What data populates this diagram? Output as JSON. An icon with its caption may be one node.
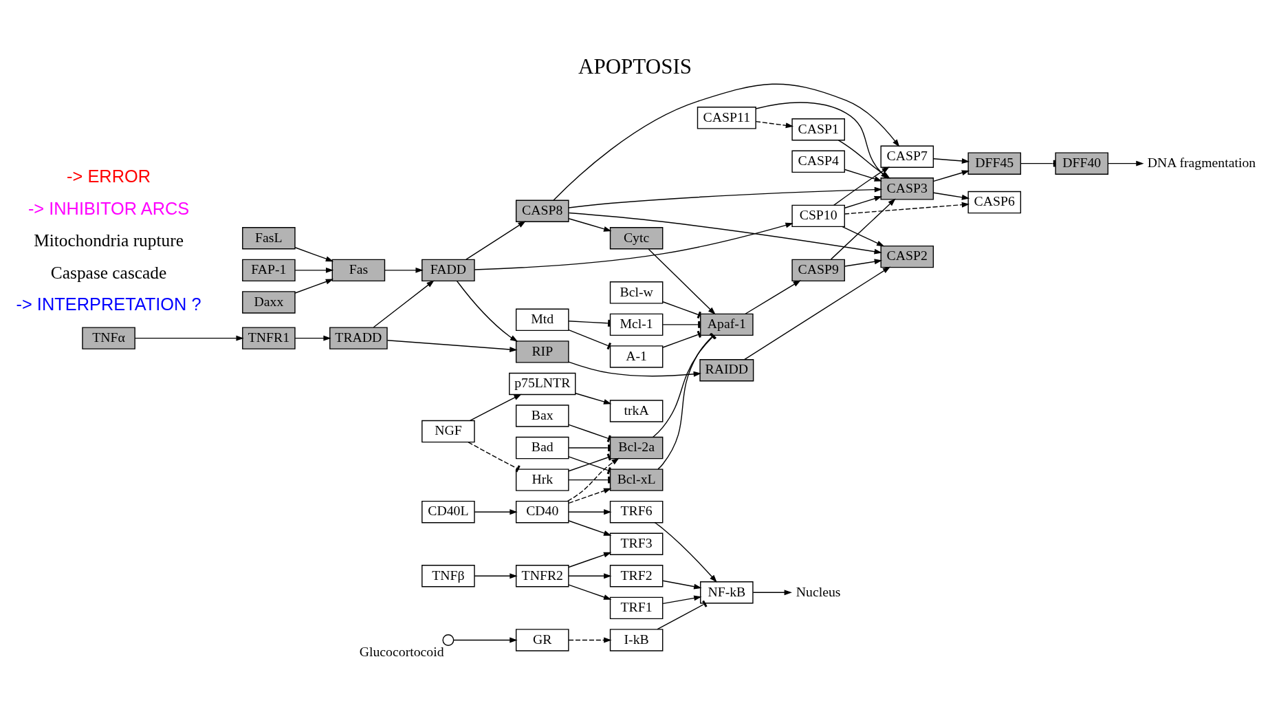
{
  "diagram": {
    "title": "APOPTOSIS",
    "nodes": [
      {
        "text": [
          "FAP-1"
        ]
      },
      {
        "text": [
          "Daxx"
        ]
      },
      {
        "text": [
          "FasL"
        ]
      },
      {
        "text": [
          "Fas"
        ]
      },
      {
        "text": [
          "FADD"
        ]
      },
      {
        "text": [
          "TNFα"
        ]
      },
      {
        "text": [
          "TNFR1"
        ]
      },
      {
        "text": [
          "TRADD"
        ]
      },
      {
        "text": [
          "RIP"
        ]
      },
      {
        "text": [
          "RAIDD"
        ]
      },
      {
        "text": [
          "TNFβ"
        ]
      },
      {
        "text": [
          "TNFR2"
        ]
      },
      {
        "text": [
          "TRF2"
        ]
      },
      {
        "text": [
          "TRF1"
        ]
      },
      {
        "text": [
          "TRF3"
        ]
      },
      {
        "text": [
          "NF-kB"
        ]
      },
      {
        "text": [
          "Nucleus"
        ]
      },
      {
        "text": [
          "CD40L"
        ]
      },
      {
        "text": [
          "CD40"
        ]
      },
      {
        "text": [
          "TRF6"
        ]
      },
      {
        "text": [],
        "shape": "circle",
        "beside": [
          "Glucocortocoid"
        ]
      },
      {
        "text": [
          "GR"
        ]
      },
      {
        "text": [
          "I-kB"
        ]
      },
      {
        "text": [
          "NGF"
        ]
      },
      {
        "text": [
          "p75LNTR"
        ]
      },
      {
        "text": [
          "trkA"
        ]
      },
      {
        "text": [
          "CASP4"
        ]
      },
      {
        "text": [
          "CASP11"
        ]
      },
      {
        "text": [
          "CASP1"
        ]
      },
      {
        "text": [
          "CSP10"
        ]
      },
      {
        "text": [
          "CASP6"
        ]
      },
      {
        "text": [
          "CASP8"
        ]
      },
      {
        "text": [
          "CASP3"
        ]
      },
      {
        "text": [
          "DFF45"
        ]
      },
      {
        "text": [
          "CASP7"
        ]
      },
      {
        "text": [
          "CASP2"
        ]
      },
      {
        "text": [
          "Cytc"
        ]
      },
      {
        "text": [
          "CASP9"
        ]
      },
      {
        "text": [
          "DFF40"
        ]
      },
      {
        "text": [
          "Apaf-1"
        ]
      },
      {
        "text": [
          "DNA fragmentation"
        ]
      },
      {
        "text": [
          "Bcl-w"
        ]
      },
      {
        "text": [
          "Mcl-1"
        ]
      },
      {
        "text": [
          "A-1"
        ]
      },
      {
        "text": [
          "Mtd"
        ]
      },
      {
        "text": [
          "Bcl-xL"
        ]
      },
      {
        "text": [
          "Bcl-2a"
        ]
      },
      {
        "text": [
          "Hrk"
        ]
      },
      {
        "text": [
          "Bad"
        ]
      },
      {
        "text": [
          "Bax"
        ]
      }
    ],
    "edges": [
      {
        "from": 2,
        "to": 3,
        "arrow": "to"
      },
      {
        "from": 0,
        "to": 3,
        "arrow": "to"
      },
      {
        "from": 1,
        "to": 3,
        "arrow": "to"
      },
      {
        "from": 3,
        "to": 4,
        "arrow": "to"
      },
      {
        "from": 4,
        "to": 29,
        "arrow": "to"
      },
      {
        "from": 4,
        "to": 31,
        "arrow": "to"
      },
      {
        "from": 4,
        "to": 8,
        "arrow": "to"
      },
      {
        "from": 5,
        "to": 6,
        "arrow": "to"
      },
      {
        "from": 6,
        "to": 7,
        "arrow": "to"
      },
      {
        "from": 7,
        "to": 4,
        "arrow": "to"
      },
      {
        "from": 7,
        "to": 8,
        "arrow": "to"
      },
      {
        "from": 8,
        "to": 9,
        "arrow": "to"
      },
      {
        "from": 9,
        "to": 35,
        "arrow": "to"
      },
      {
        "from": 10,
        "to": 11,
        "arrow": "to"
      },
      {
        "from": 11,
        "to": 12,
        "arrow": "to"
      },
      {
        "from": 11,
        "to": 13,
        "arrow": "to"
      },
      {
        "from": 11,
        "to": 14,
        "arrow": "to"
      },
      {
        "from": 12,
        "to": 15,
        "arrow": "to"
      },
      {
        "from": 13,
        "to": 15,
        "arrow": "to"
      },
      {
        "from": 19,
        "to": 15,
        "arrow": "to"
      },
      {
        "from": 15,
        "to": 16,
        "arrow": "to"
      },
      {
        "from": 22,
        "to": 15,
        "arrow": "other"
      },
      {
        "from": 17,
        "to": 18,
        "arrow": "to"
      },
      {
        "from": 18,
        "to": 14,
        "arrow": "to"
      },
      {
        "from": 18,
        "to": 19,
        "arrow": "to"
      },
      {
        "from": 18,
        "to": 46,
        "arrow": "to",
        "style": "dashed"
      },
      {
        "from": 18,
        "to": 45,
        "arrow": "to",
        "style": "dashed"
      },
      {
        "from": 20,
        "to": 21,
        "arrow": "to"
      },
      {
        "from": 21,
        "to": 22,
        "arrow": "to",
        "style": "dashed"
      },
      {
        "from": 23,
        "to": 24,
        "arrow": "to"
      },
      {
        "from": 24,
        "to": 25,
        "arrow": "to"
      },
      {
        "from": 23,
        "to": 47,
        "arrow": "other",
        "style": "dashed"
      },
      {
        "from": 27,
        "to": 28,
        "arrow": "to",
        "style": "dashed"
      },
      {
        "from": 26,
        "to": 32,
        "arrow": "to"
      },
      {
        "from": 27,
        "to": 32,
        "arrow": "to"
      },
      {
        "from": 28,
        "to": 32,
        "arrow": "to"
      },
      {
        "from": 29,
        "to": 30,
        "arrow": "to",
        "style": "dashed"
      },
      {
        "from": 29,
        "to": 32,
        "arrow": "to"
      },
      {
        "from": 29,
        "to": 34,
        "arrow": "to"
      },
      {
        "from": 29,
        "to": 35,
        "arrow": "to"
      },
      {
        "from": 31,
        "to": 32,
        "arrow": "to"
      },
      {
        "from": 31,
        "to": 34,
        "arrow": "to"
      },
      {
        "from": 31,
        "to": 35,
        "arrow": "to"
      },
      {
        "from": 31,
        "to": 36,
        "arrow": "to"
      },
      {
        "from": 32,
        "to": 30,
        "arrow": "to"
      },
      {
        "from": 32,
        "to": 33,
        "arrow": "to"
      },
      {
        "from": 34,
        "to": 33,
        "arrow": "to"
      },
      {
        "from": 33,
        "to": 38,
        "arrow": "other"
      },
      {
        "from": 38,
        "to": 40,
        "arrow": "to"
      },
      {
        "from": 36,
        "to": 39,
        "arrow": "to"
      },
      {
        "from": 39,
        "to": 37,
        "arrow": "to"
      },
      {
        "from": 37,
        "to": 32,
        "arrow": "to"
      },
      {
        "from": 37,
        "to": 35,
        "arrow": "to"
      },
      {
        "from": 41,
        "to": 39,
        "arrow": "other"
      },
      {
        "from": 45,
        "to": 39,
        "arrow": "other"
      },
      {
        "from": 46,
        "to": 39,
        "arrow": "other"
      },
      {
        "from": 42,
        "to": 39,
        "arrow": "other"
      },
      {
        "from": 43,
        "to": 39,
        "arrow": "other"
      },
      {
        "from": 44,
        "to": 42,
        "arrow": "other"
      },
      {
        "from": 44,
        "to": 43,
        "arrow": "other"
      },
      {
        "from": 47,
        "to": 45,
        "arrow": "other"
      },
      {
        "from": 47,
        "to": 46,
        "arrow": "other"
      },
      {
        "from": 48,
        "to": 45,
        "arrow": "other"
      },
      {
        "from": 48,
        "to": 46,
        "arrow": "other"
      },
      {
        "from": 49,
        "to": 46,
        "arrow": "other"
      }
    ],
    "labels": [
      "-> INTERPRETATION ?",
      "Caspase cascade",
      "Mitochondria rupture",
      "-> INHIBITOR ARCS",
      "-> ERROR"
    ]
  }
}
